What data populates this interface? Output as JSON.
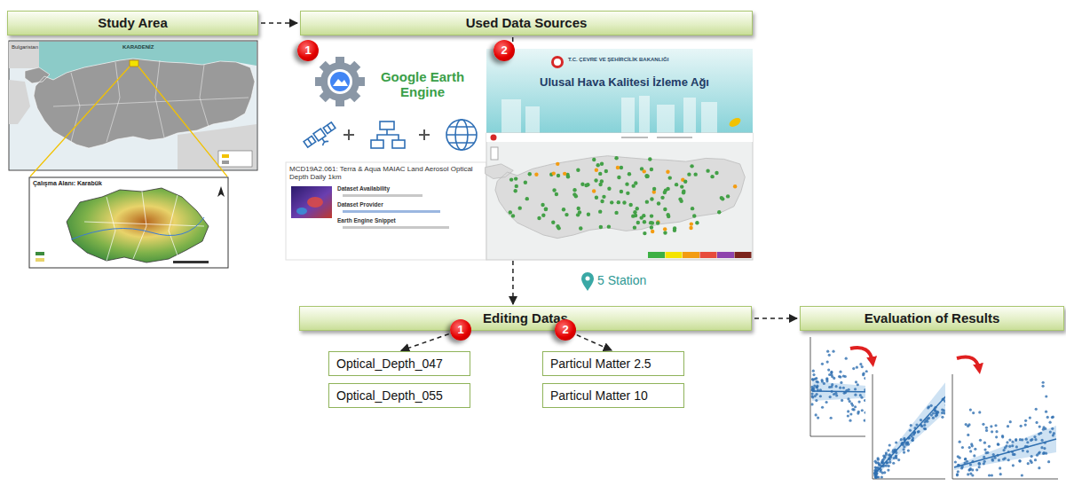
{
  "diagram": {
    "nodes": [
      {
        "text": [
          "Study Area"
        ]
      },
      {
        "text": [
          "Used Data Sources"
        ]
      },
      {
        "text": [
          "1"
        ]
      },
      {
        "text": [
          "2"
        ]
      },
      {
        "text": [
          "Editing Datas"
        ]
      },
      {
        "text": [
          "Evaluation of Results"
        ]
      },
      {
        "text": [
          "1"
        ]
      },
      {
        "text": [
          "2"
        ]
      },
      {
        "text": [
          "Optical_Depth_047"
        ]
      },
      {
        "text": [
          "Optical_Depth_055"
        ]
      },
      {
        "text": [
          "Particul Matter 2.5"
        ]
      },
      {
        "text": [
          "Particul Matter 10"
        ]
      }
    ],
    "edges": [
      {
        "from": 0,
        "to": 1,
        "arrow": "to"
      },
      {
        "from": 1,
        "to": 4,
        "arrow": "to"
      },
      {
        "from": 4,
        "to": 5,
        "arrow": "to"
      },
      {
        "from": 6,
        "to": 8,
        "arrow": "to"
      },
      {
        "from": 7,
        "to": 10,
        "arrow": "to"
      }
    ],
    "labels": [
      "Google Earth Engine",
      "MCD19A2.061: Terra & Aqua MAIAC Land Aerosol Optical Depth Daily 1km",
      "Dataset Availability",
      "Dataset Provider",
      "Earth Engine Snippet",
      "T.C. ÇEVRE VE ŞEHİRCİLİK BAKANLIĞI",
      "Ulusal Hava Kalitesi İzleme Ağı",
      "5 Station",
      "KARADENİZ",
      "Bulgaristan",
      "Çalışma Alanı: Karabük"
    ]
  }
}
